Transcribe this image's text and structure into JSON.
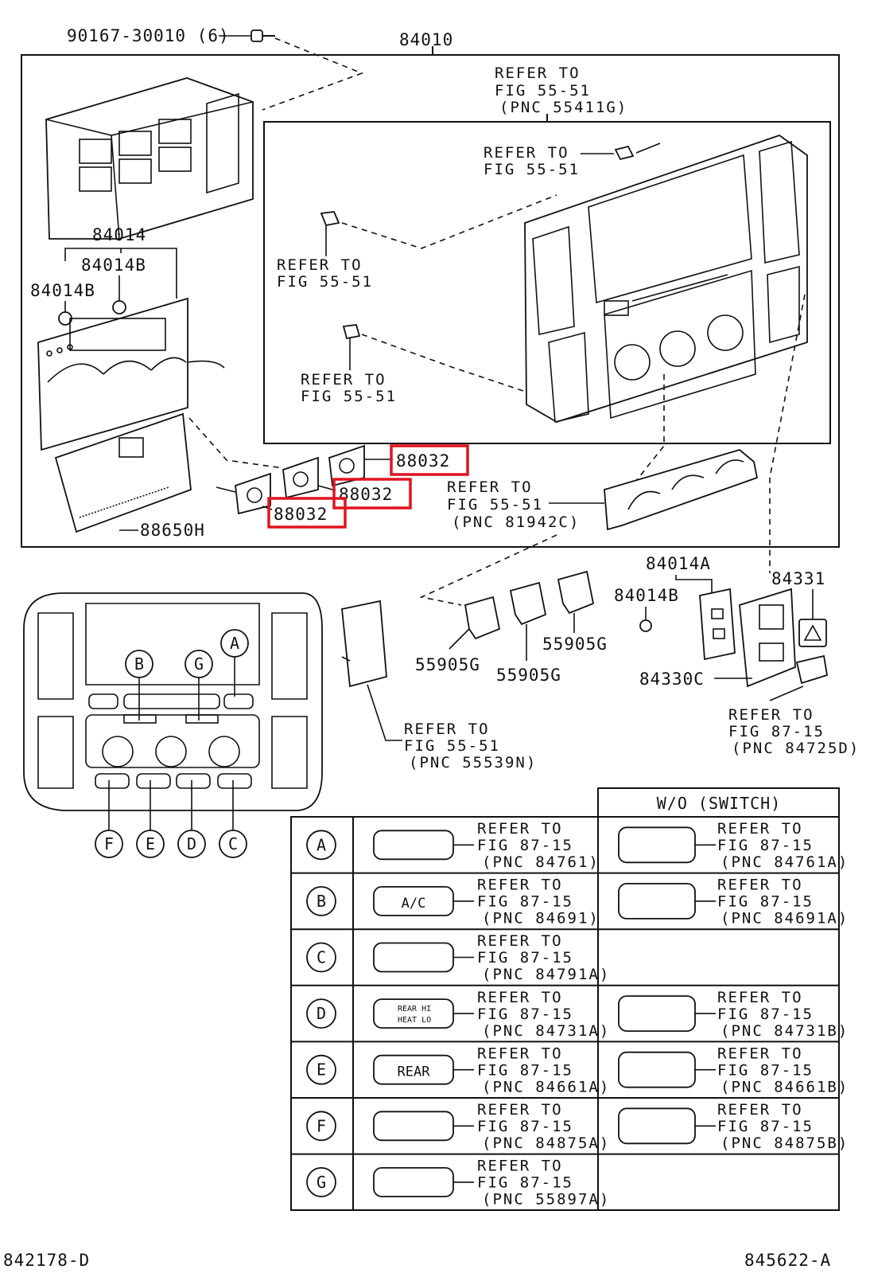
{
  "labels": {
    "bolt": "90167-30010 (6)",
    "assy": "84010",
    "ctrl": "84014",
    "clip_b1": "84014B",
    "clip_b2": "84014B",
    "clip_b3": "84014B",
    "bulb1": "88032",
    "bulb2": "88032",
    "bulb3": "88032",
    "amp": "88650H",
    "ctrl_a": "84014A",
    "sw_331": "84331",
    "sw_330c": "84330C",
    "knob1": "55905G",
    "knob2": "55905G",
    "knob3": "55905G"
  },
  "refs": {
    "r1": [
      "REFER TO",
      "FIG 55-51",
      "(PNC 55411G)"
    ],
    "r2": [
      "REFER TO",
      "FIG 55-51"
    ],
    "r3": [
      "REFER TO",
      "FIG 55-51"
    ],
    "r4": [
      "REFER TO",
      "FIG 55-51"
    ],
    "r5": [
      "REFER TO",
      "FIG 55-51",
      "(PNC 81942C)"
    ],
    "r6": [
      "REFER TO",
      "FIG 87-15",
      "(PNC 84725D)"
    ],
    "r7": [
      "REFER TO",
      "FIG 55-51",
      "(PNC 55539N)"
    ]
  },
  "panel_letters": [
    "A",
    "B",
    "G",
    "F",
    "E",
    "D",
    "C"
  ],
  "table": {
    "header": "W/O (SWITCH)",
    "rows": [
      {
        "letter": "A",
        "with": [
          "REFER TO",
          "FIG 87-15",
          "(PNC 84761)"
        ],
        "without": [
          "REFER TO",
          "FIG 87-15",
          "(PNC 84761A)"
        ]
      },
      {
        "letter": "B",
        "with": [
          "REFER TO",
          "FIG 87-15",
          "(PNC 84691)"
        ],
        "without": [
          "REFER TO",
          "FIG 87-15",
          "(PNC 84691A)"
        ],
        "switch_text": "A/C"
      },
      {
        "letter": "C",
        "with": [
          "REFER TO",
          "FIG 87-15",
          "(PNC 84791A)"
        ],
        "without": []
      },
      {
        "letter": "D",
        "with": [
          "REFER TO",
          "FIG 87-15",
          "(PNC 84731A)"
        ],
        "without": [
          "REFER TO",
          "FIG 87-15",
          "(PNC 84731B)"
        ],
        "switch_text": [
          "REAR HI",
          "HEAT LO"
        ]
      },
      {
        "letter": "E",
        "with": [
          "REFER TO",
          "FIG 87-15",
          "(PNC 84661A)"
        ],
        "without": [
          "REFER TO",
          "FIG 87-15",
          "(PNC 84661B)"
        ],
        "switch_text": "REAR"
      },
      {
        "letter": "F",
        "with": [
          "REFER TO",
          "FIG 87-15",
          "(PNC 84875A)"
        ],
        "without": [
          "REFER TO",
          "FIG 87-15",
          "(PNC 84875B)"
        ]
      },
      {
        "letter": "G",
        "with": [
          "REFER TO",
          "FIG 87-15",
          "(PNC 55897A)"
        ],
        "without": []
      }
    ]
  },
  "footer": {
    "left": "842178-D",
    "right": "845622-A"
  },
  "colors": {
    "ink": "#111111",
    "highlight": "#e0141e",
    "paper": "#ffffff"
  }
}
